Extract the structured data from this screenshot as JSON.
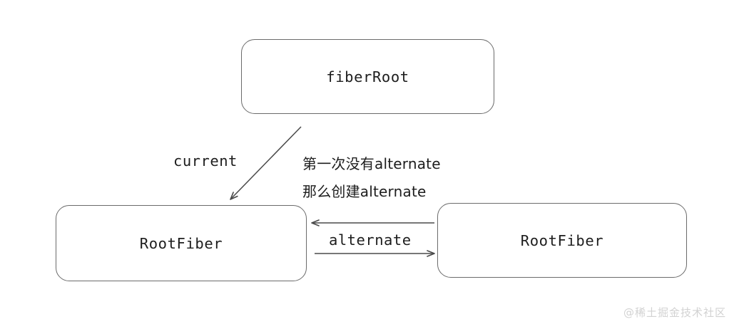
{
  "diagram": {
    "title": "React fiberRoot / RootFiber alternate relationship",
    "colors": {
      "stroke": "#6b6b6b",
      "arrow": "#4a4a4a",
      "text": "#1d1d1d",
      "background": "#ffffff",
      "watermark": "#d2d2d2"
    },
    "nodes": [
      {
        "id": "fiberRoot",
        "label": "fiberRoot"
      },
      {
        "id": "rootFiberCurrent",
        "label": "RootFiber"
      },
      {
        "id": "rootFiberAlternate",
        "label": "RootFiber"
      }
    ],
    "edges": [
      {
        "id": "current",
        "label": "current",
        "from": "fiberRoot",
        "to": "rootFiberCurrent",
        "direction": "down-left"
      },
      {
        "id": "alternate-back",
        "label": "",
        "from": "rootFiberAlternate",
        "to": "rootFiberCurrent",
        "direction": "left"
      },
      {
        "id": "alternate-forward",
        "label": "alternate",
        "from": "rootFiberCurrent",
        "to": "rootFiberAlternate",
        "direction": "right"
      }
    ],
    "notes": [
      "第一次没有alternate",
      "那么创建alternate"
    ],
    "watermark": "@稀土掘金技术社区"
  }
}
